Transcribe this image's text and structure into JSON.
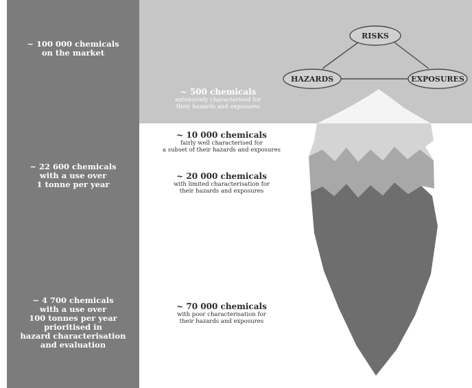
{
  "left_labels": [
    {
      "lines": [
        "~ 100 000 chemicals",
        "on the market"
      ]
    },
    {
      "lines": [
        "~ 22 600 chemicals",
        "with a use over",
        "1 tonne per year"
      ]
    },
    {
      "lines": [
        "~ 4 700 chemicals",
        "with a use over",
        "100 tonnes per year",
        "prioritised in",
        "hazard characterisation",
        "and evaluation"
      ]
    }
  ],
  "risk_diagram": {
    "top": "RISKS",
    "left": "HAZARDS",
    "right": "EXPOSURES"
  },
  "iceberg_levels": [
    {
      "title": "~ 500 chemicals",
      "desc": [
        "extensively characterised for",
        "their hazards and exposures"
      ]
    },
    {
      "title": "~ 10 000 chemicals",
      "desc": [
        "fairly well characterised for",
        "a subset of their hazards and exposures"
      ]
    },
    {
      "title": "~ 20 000 chemicals",
      "desc": [
        "with limited characterisation for",
        "their hazards and exposures"
      ]
    },
    {
      "title": "~ 70 000 chemicals",
      "desc": [
        "with poor characterisation for",
        "their hazards and exposures"
      ]
    }
  ],
  "colors": {
    "sidebar": "#7c7c7c",
    "sky": "#c6c6c6",
    "tip": "#f4f4f4",
    "band_light": "#d4d4d4",
    "band_mid": "#a8a8a8",
    "band_dark": "#6e6e6e"
  }
}
